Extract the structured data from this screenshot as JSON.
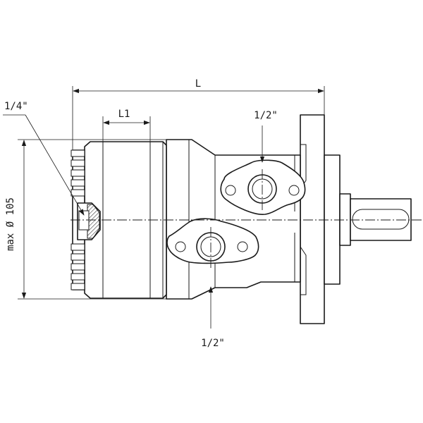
{
  "drawing": {
    "labels": {
      "overall_length": "L",
      "port_spacing": "L1",
      "drain_port": "1/4\"",
      "port_top": "1/2\"",
      "port_bottom": "1/2\"",
      "max_diameter": "max Ø 105"
    },
    "colors": {
      "line": "#1a1a1a",
      "background": "#ffffff"
    }
  }
}
